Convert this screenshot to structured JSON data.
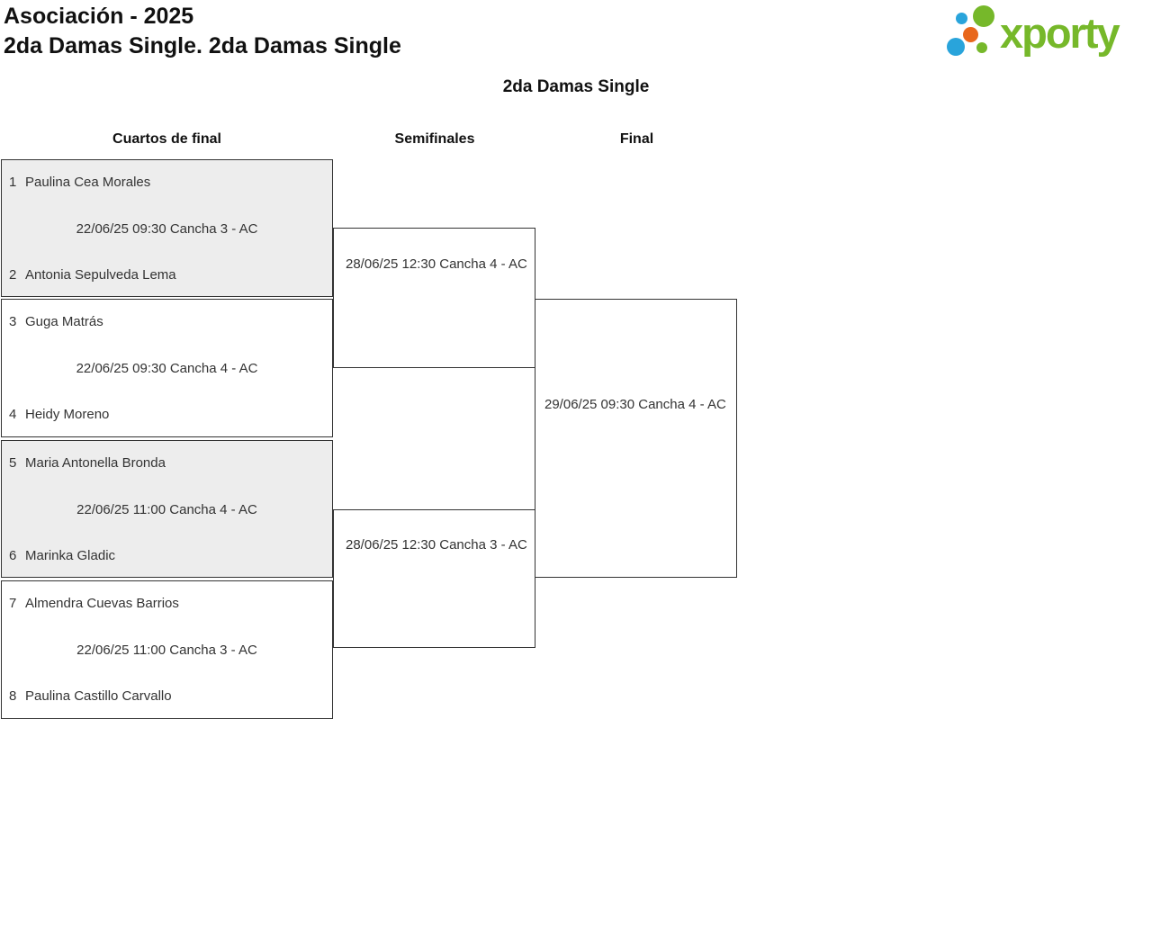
{
  "header": {
    "line1": "Asociación - 2025",
    "line2": "2da Damas Single. 2da Damas Single"
  },
  "logo": {
    "wordmark": "xporty",
    "colors": {
      "green": "#76b82a",
      "blue": "#29a4db",
      "orange": "#e8671c"
    }
  },
  "bracket": {
    "title": "2da Damas Single",
    "rounds": [
      {
        "label": "Cuartos de final"
      },
      {
        "label": "Semifinales"
      },
      {
        "label": "Final"
      }
    ],
    "quarterfinals": [
      {
        "seed1": "1",
        "player1": "Paulina Cea Morales",
        "match": "22/06/25 09:30 Cancha 3 - AC",
        "seed2": "2",
        "player2": "Antonia Sepulveda Lema"
      },
      {
        "seed1": "3",
        "player1": "Guga Matrás",
        "match": "22/06/25 09:30 Cancha 4 - AC",
        "seed2": "4",
        "player2": "Heidy Moreno"
      },
      {
        "seed1": "5",
        "player1": "Maria Antonella Bronda",
        "match": "22/06/25 11:00 Cancha 4 - AC",
        "seed2": "6",
        "player2": "Marinka Gladic"
      },
      {
        "seed1": "7",
        "player1": "Almendra Cuevas Barrios",
        "match": "22/06/25 11:00 Cancha 3 - AC",
        "seed2": "8",
        "player2": "Paulina Castillo Carvallo"
      }
    ],
    "semifinals": [
      {
        "match": "28/06/25 12:30 Cancha 4 - AC"
      },
      {
        "match": "28/06/25 12:30 Cancha 3 - AC"
      }
    ],
    "final": {
      "match": "29/06/25 09:30 Cancha 4 - AC"
    }
  }
}
